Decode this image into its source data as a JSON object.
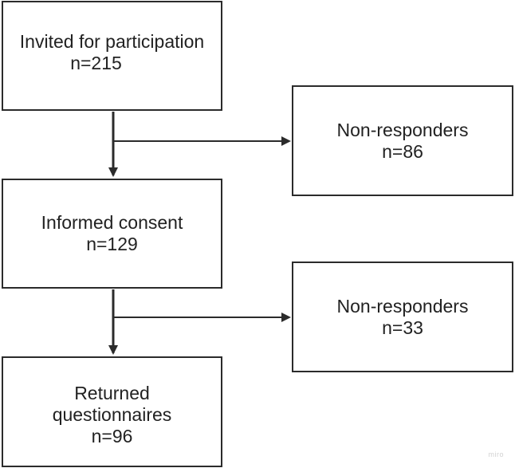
{
  "diagram": {
    "boxes": {
      "invited": {
        "lines": [
          "Invited for participation",
          "n=215"
        ]
      },
      "nonresp_1": {
        "lines": [
          "Non-responders",
          "n=86"
        ]
      },
      "informed": {
        "lines": [
          "Informed consent",
          "n=129"
        ]
      },
      "nonresp_2": {
        "lines": [
          "Non-responders",
          "n=33"
        ]
      },
      "returned": {
        "lines": [
          "Returned",
          "questionnaires",
          "n=96"
        ]
      }
    },
    "edges": [
      {
        "from": "invited",
        "to": "informed"
      },
      {
        "from": "invited",
        "to": "nonresp_1"
      },
      {
        "from": "informed",
        "to": "returned"
      },
      {
        "from": "informed",
        "to": "nonresp_2"
      }
    ],
    "colors": {
      "stroke": "#2b2b2b",
      "text": "#222222",
      "background": "#ffffff",
      "watermark": "#d2d2d2"
    }
  },
  "watermark": "miro"
}
